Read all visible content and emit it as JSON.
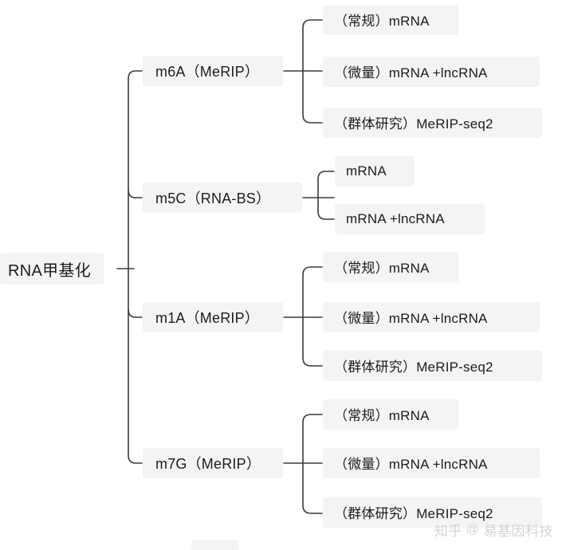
{
  "diagram": {
    "type": "mind-map",
    "orientation": "left-to-right",
    "root": {
      "label": "RNA甲基化"
    },
    "branches": [
      {
        "id": "m6a",
        "label": "m6A（MeRIP）",
        "children": [
          {
            "label": "（常规）mRNA"
          },
          {
            "label": "（微量）mRNA +lncRNA"
          },
          {
            "label": "（群体研究）MeRIP-seq2"
          }
        ]
      },
      {
        "id": "m5c",
        "label": "m5C（RNA-BS）",
        "children": [
          {
            "label": "mRNA"
          },
          {
            "label": "mRNA +lncRNA"
          }
        ]
      },
      {
        "id": "m1a",
        "label": "m1A（MeRIP）",
        "children": [
          {
            "label": "（常规）mRNA"
          },
          {
            "label": "（微量）mRNA +lncRNA"
          },
          {
            "label": "（群体研究）MeRIP-seq2"
          }
        ]
      },
      {
        "id": "m7g",
        "label": "m7G（MeRIP）",
        "children": [
          {
            "label": "（常规）mRNA"
          },
          {
            "label": "（微量）mRNA +lncRNA"
          },
          {
            "label": "（群体研究）MeRIP-seq2"
          }
        ]
      }
    ]
  },
  "watermark": {
    "platform": "知乎",
    "at": "@",
    "account": "易基因科技"
  },
  "colors": {
    "node_background": "#f4f4f5",
    "text": "#1c1c1c",
    "connector": "#3b3b3b",
    "canvas": "#ffffff",
    "watermark": "#d4d4d6"
  }
}
